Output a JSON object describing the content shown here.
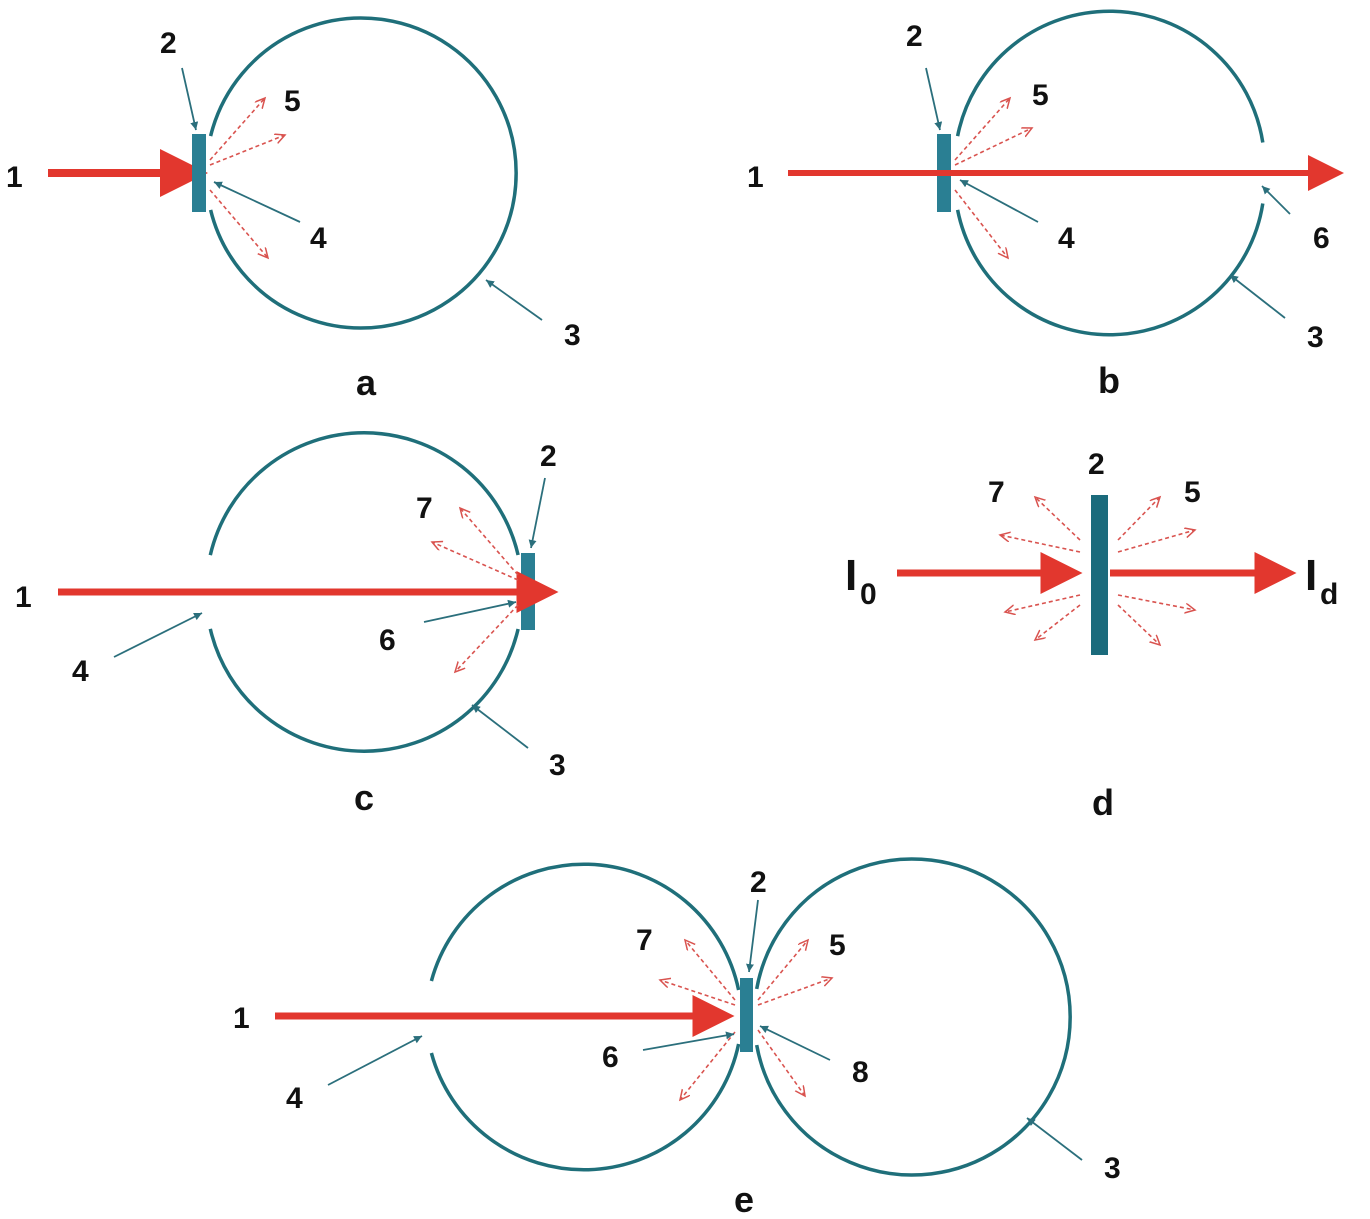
{
  "colors": {
    "beam": "#e2372e",
    "scatter": "#d9534f",
    "sphere": "#1f6f7a",
    "sample": "#2a7f93",
    "pointer": "#2b6f7c",
    "text": "#111111"
  },
  "panels": {
    "a": {
      "label": "a",
      "n1": "1",
      "n2": "2",
      "n3": "3",
      "n4": "4",
      "n5": "5"
    },
    "b": {
      "label": "b",
      "n1": "1",
      "n2": "2",
      "n3": "3",
      "n4": "4",
      "n5": "5",
      "n6": "6"
    },
    "c": {
      "label": "c",
      "n1": "1",
      "n2": "2",
      "n3": "3",
      "n4": "4",
      "n6": "6",
      "n7": "7"
    },
    "d": {
      "label": "d",
      "n2": "2",
      "n5": "5",
      "n7": "7",
      "i0_main": "I",
      "i0_sub": "0",
      "id_main": "I",
      "id_sub": "d"
    },
    "e": {
      "label": "e",
      "n1": "1",
      "n2": "2",
      "n3": "3",
      "n4": "4",
      "n5": "5",
      "n6": "6",
      "n7": "7",
      "n8": "8"
    }
  }
}
